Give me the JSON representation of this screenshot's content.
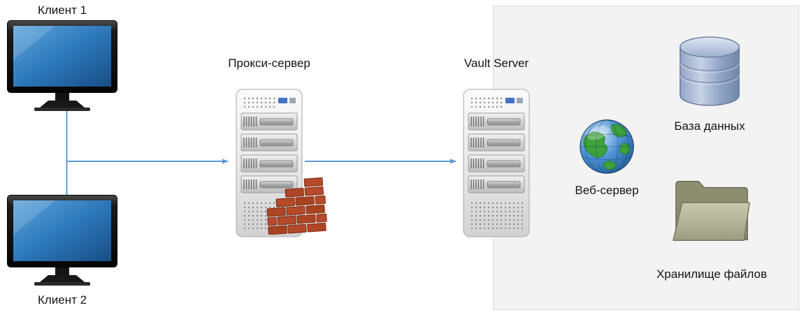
{
  "diagram": {
    "clients": {
      "client1_label": "Клиент 1",
      "client2_label": "Клиент 2"
    },
    "servers": {
      "proxy_label": "Прокси-сервер",
      "vault_label": "Vault Server"
    },
    "panel": {
      "database_label": "База данных",
      "webserver_label": "Веб-сервер",
      "filestore_label": "Хранилище файлов"
    },
    "icons": {
      "client": "monitor-icon",
      "proxy": "server-tower-icon",
      "proxy_guard": "firewall-brick-wall-icon",
      "vault": "server-tower-icon",
      "database": "database-cylinder-icon",
      "webserver": "globe-icon",
      "filestore": "folder-icon"
    },
    "colors": {
      "arrow": "#5b9bd5",
      "panel_bg": "#f3f3f3",
      "panel_border": "#d9d9d9",
      "brick": "#b44a2a",
      "screen_blue": "#2d78bb",
      "globe_blue": "#4e93d4",
      "folder_khaki": "#b3b396",
      "database_steel": "#8ea2c4"
    }
  }
}
